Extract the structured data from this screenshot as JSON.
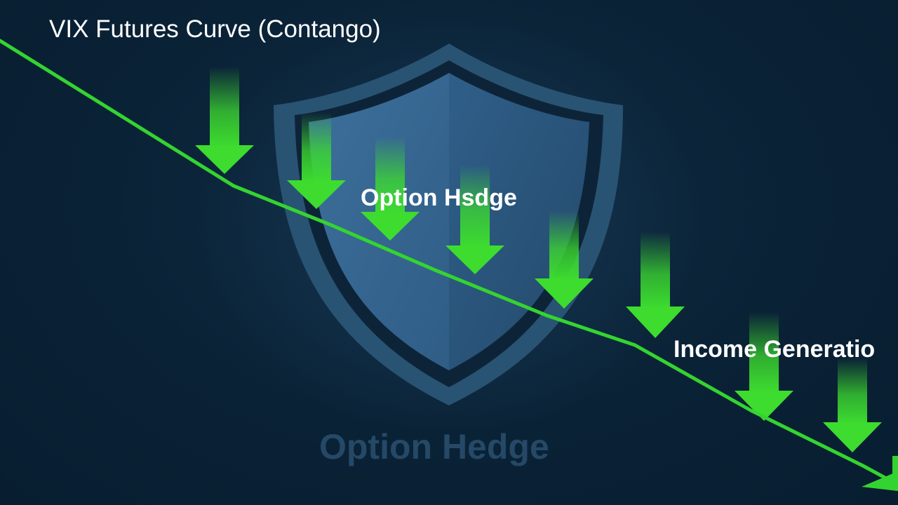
{
  "labels": {
    "title": "VIX Futures Curve (Contango)",
    "option_hedge": "Option Hsdge",
    "income_generation": "Income Generatio",
    "watermark": "Option Hedge"
  },
  "colors": {
    "background": "#0b2438",
    "curve": "#34d430",
    "arrow": "#3ddc2f",
    "shield_fill": "#3a6a94",
    "shield_rim": "#2d5878",
    "text": "#ffffff",
    "watermark": "#2e5678"
  },
  "icons": {
    "shield": "shield-icon",
    "arrow": "down-arrow-icon"
  }
}
